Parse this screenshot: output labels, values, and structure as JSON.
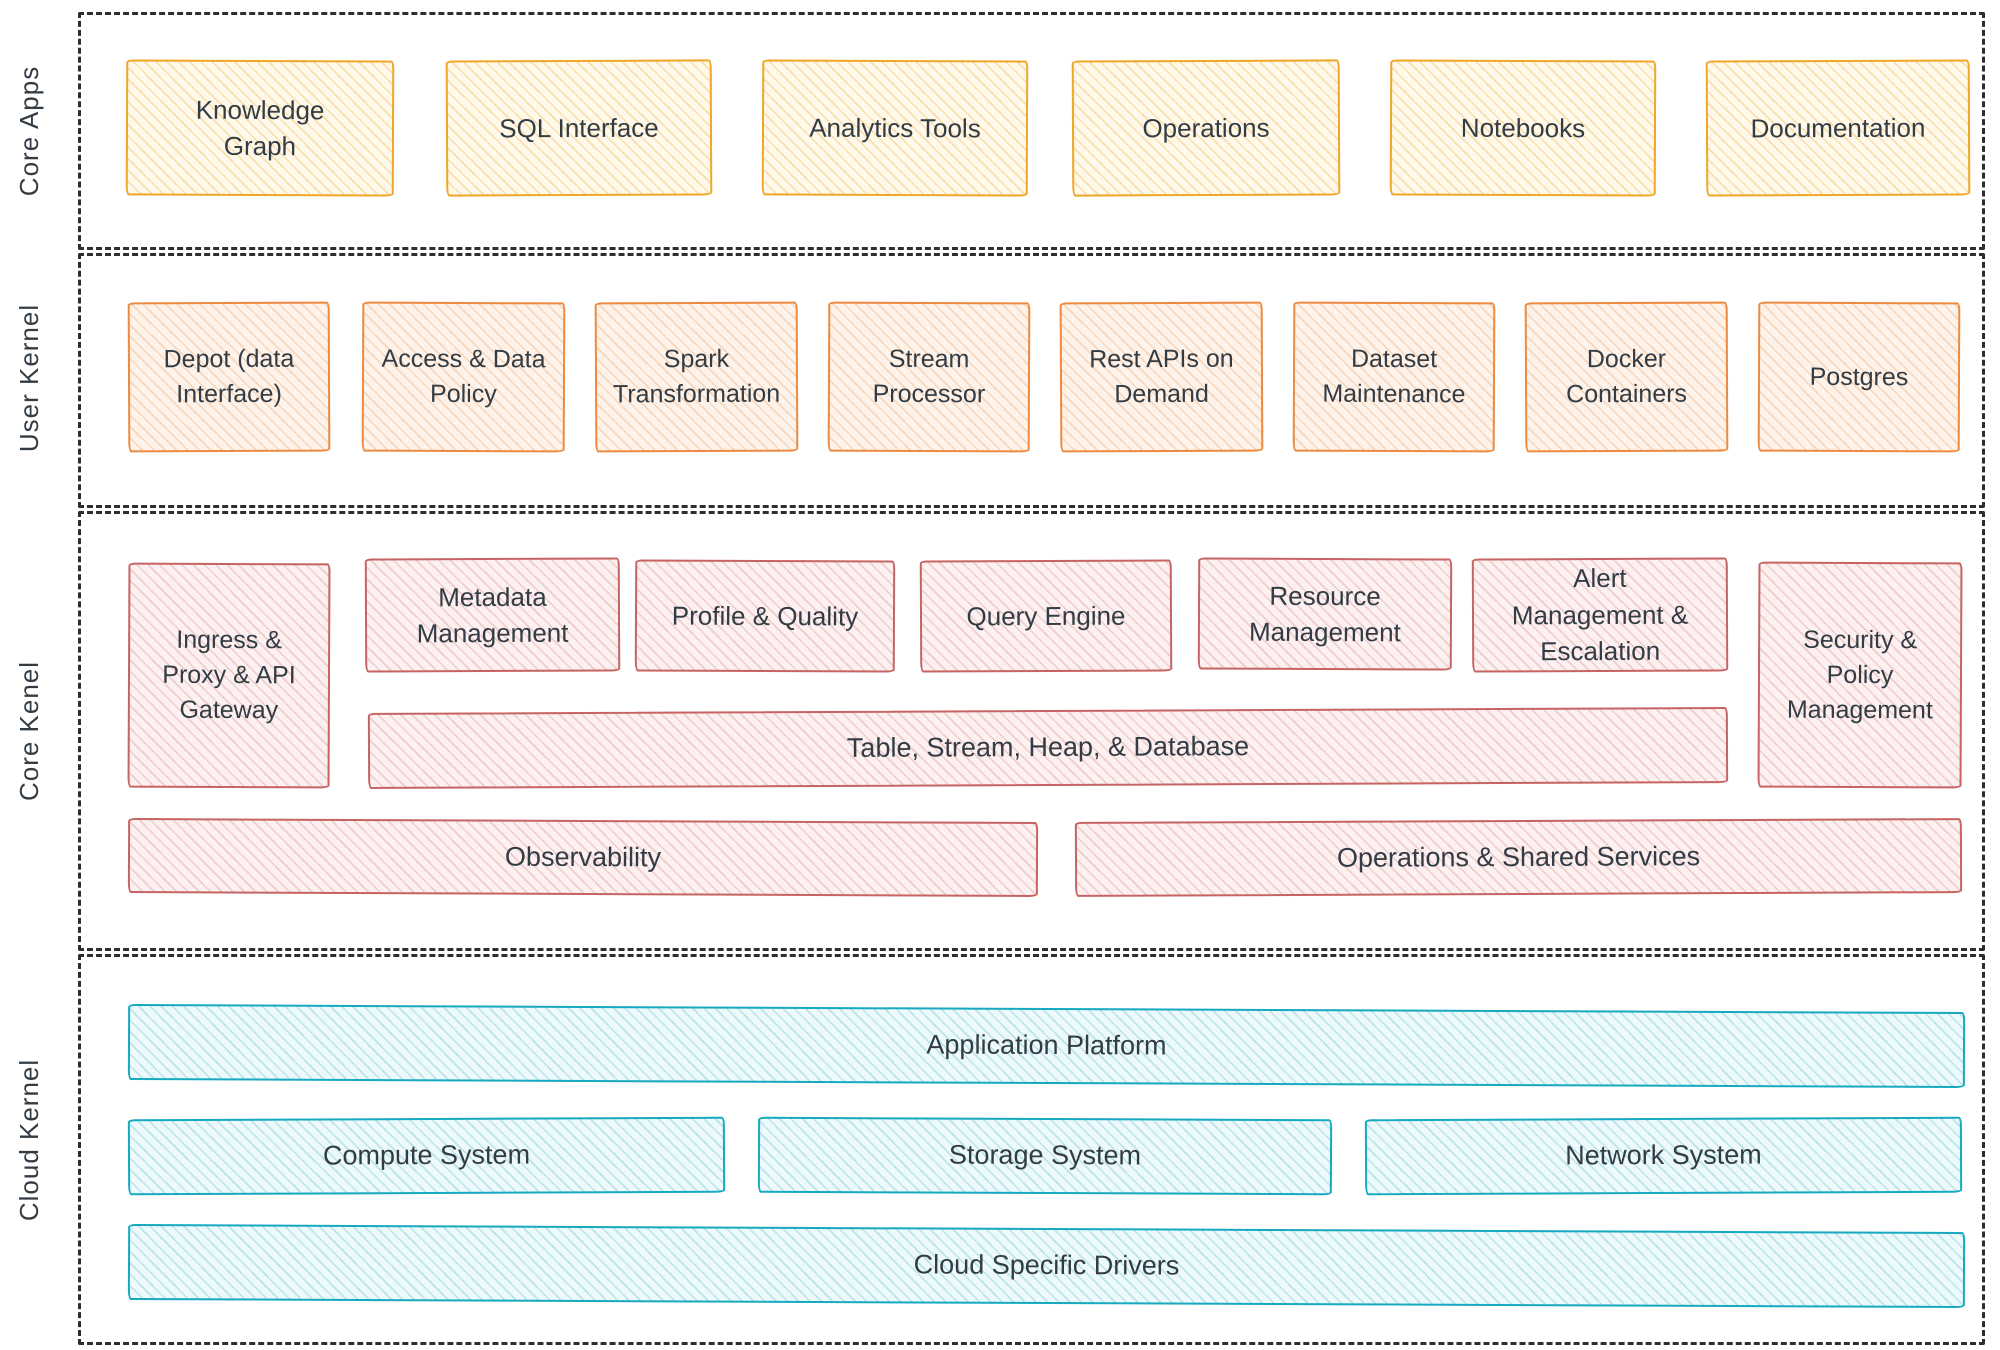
{
  "sections": [
    {
      "label": "Core Apps",
      "boxes": [
        "Knowledge Graph",
        "SQL Interface",
        "Analytics Tools",
        "Operations",
        "Notebooks",
        "Documentation"
      ]
    },
    {
      "label": "User Kernel",
      "boxes": [
        "Depot (data Interface)",
        "Access & Data Policy",
        "Spark Transformation",
        "Stream Processor",
        "Rest APIs on Demand",
        "Dataset Maintenance",
        "Docker Containers",
        "Postgres"
      ]
    },
    {
      "label": "Core Kenel",
      "tall_left": "Ingress & Proxy & API Gateway",
      "boxes": [
        "Metadata Management",
        "Profile & Quality",
        "Query Engine",
        "Resource Management",
        "Alert Management & Escalation"
      ],
      "tall_right": "Security & Policy Management",
      "band": "Table, Stream, Heap, & Database",
      "bottom_left": "Observability",
      "bottom_right": "Operations & Shared Services"
    },
    {
      "label": "Cloud Kernel",
      "platform": "Application Platform",
      "systems": [
        "Compute System",
        "Storage System",
        "Network System"
      ],
      "drivers": "Cloud Specific Drivers"
    }
  ],
  "colors": {
    "core_apps_border": "#F0A626",
    "core_apps_fill": "#FEF9EA",
    "user_kernel_border": "#ED8A3F",
    "user_kernel_fill": "#FDF3EA",
    "core_kernel_border": "#C66363",
    "core_kernel_fill": "#FCF0F0",
    "cloud_kernel_border": "#16A9BF",
    "cloud_kernel_fill": "#EDF9FB",
    "text": "#333C44",
    "dashed_border": "#2E2E2E"
  }
}
